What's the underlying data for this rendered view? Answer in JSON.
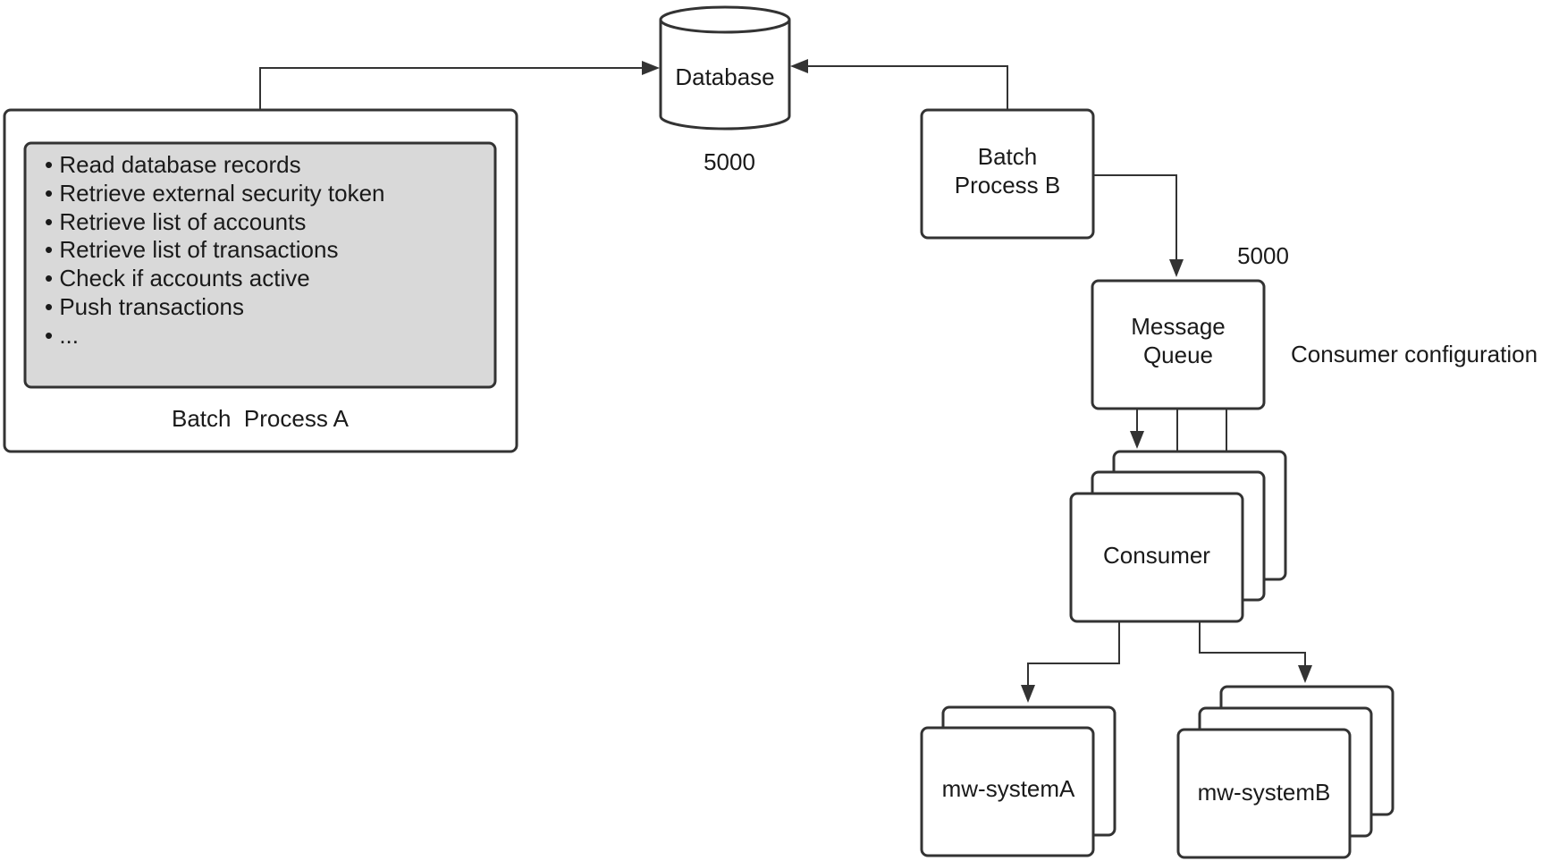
{
  "database": {
    "label": "Database",
    "count": "5000"
  },
  "batch_a": {
    "label": "Batch  Process A",
    "steps": [
      "• Read database records",
      "• Retrieve external security token",
      "• Retrieve list of accounts",
      "• Retrieve list of transactions",
      "• Check if accounts active",
      "• Push transactions",
      "• ..."
    ]
  },
  "batch_b": {
    "label_line1": "Batch",
    "label_line2": "Process B"
  },
  "queue": {
    "count": "5000",
    "label_line1": "Message",
    "label_line2": "Queue",
    "side_note": "Consumer configuration"
  },
  "consumer": {
    "label": "Consumer"
  },
  "targets": {
    "system_a": "mw-systemA",
    "system_b": "mw-systemB"
  },
  "colors": {
    "stroke": "#333333",
    "inner_fill": "#d9d9d9",
    "background": "#ffffff"
  }
}
